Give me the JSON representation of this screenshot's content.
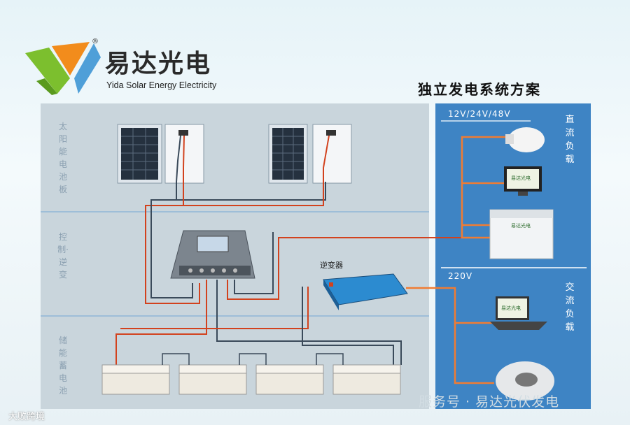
{
  "brand": {
    "name_cn": "易达光电",
    "name_en": "Yida Solar Energy Electricity",
    "registered": "®"
  },
  "title": "独立发电系统方案",
  "sections": [
    {
      "label": "太阳能电池板"
    },
    {
      "label": "控制·逆变"
    },
    {
      "label": "储能蓄电池"
    }
  ],
  "dc": {
    "voltage": "12V/24V/48V",
    "label": "直流负载"
  },
  "ac": {
    "voltage": "220V",
    "label": "交流负载"
  },
  "inverter_label": "逆变器",
  "device_logo_text": "易达光电",
  "footer": "服务号 · 易达光伏发电",
  "watermark": "大败跨境",
  "colors": {
    "dc_panel": "#3e84c4",
    "left_panel": "#c9d5dc",
    "wire_red": "#d2421e",
    "wire_orange": "#f07c33",
    "wire_dark": "#3a4a5a"
  }
}
